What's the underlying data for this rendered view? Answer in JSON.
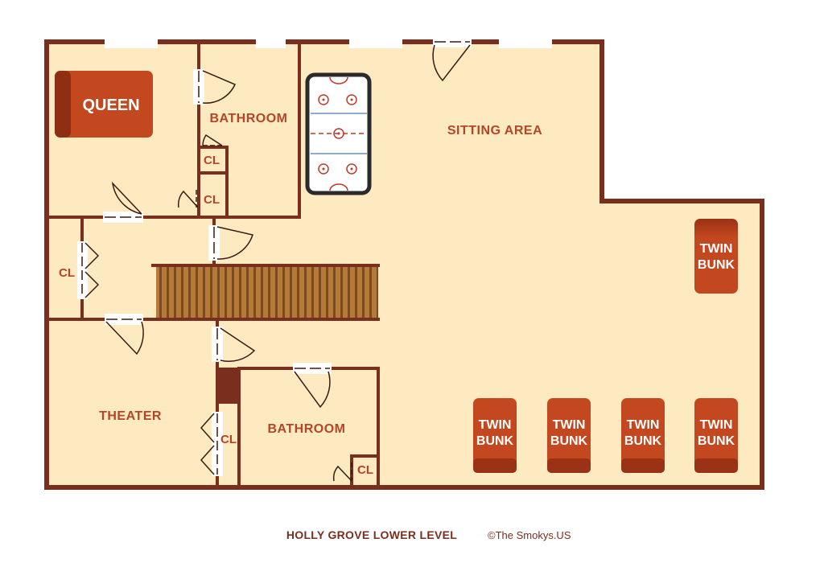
{
  "rooms": {
    "sitting_area": "SITTING AREA",
    "bathroom_upper": "BATHROOM",
    "bathroom_lower": "BATHROOM",
    "theater": "THEATER"
  },
  "closets": {
    "cl1": "CL",
    "cl2": "CL",
    "cl3": "CL",
    "cl4": "CL",
    "cl5": "CL"
  },
  "beds": {
    "queen": "QUEEN",
    "twin_bunk_line1": "TWIN",
    "twin_bunk_line2": "BUNK"
  },
  "footer": {
    "title": "HOLLY GROVE LOWER LEVEL",
    "copyright": "©The Smokys.US"
  },
  "colors": {
    "wall": "#7a2e1d",
    "floor": "#fdeac0",
    "bed": "#c0461f",
    "label": "#b5452a",
    "stair": "#a76a2d"
  }
}
